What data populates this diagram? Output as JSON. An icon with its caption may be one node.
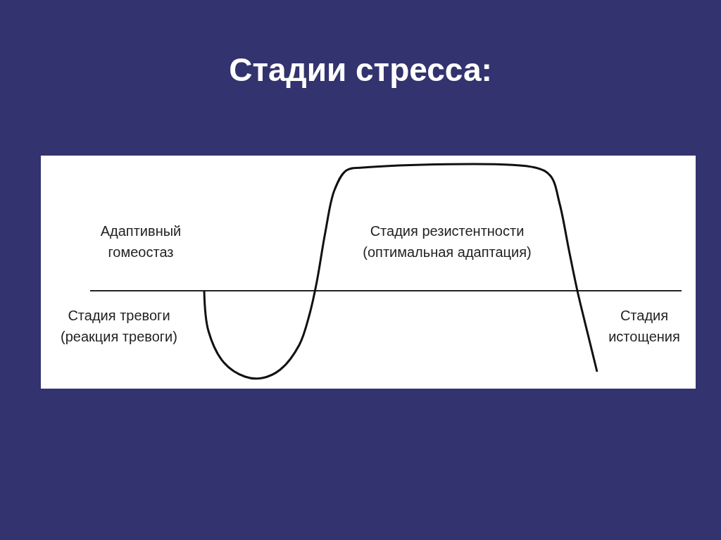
{
  "diagram": {
    "title": "Стадии стресса:",
    "labels": [
      "Адаптивный гомеостаз",
      "Стадия резистентности (оптимальная адаптация)",
      "Стадия тревоги (реакция тревоги)",
      "Стадия истощения"
    ]
  }
}
